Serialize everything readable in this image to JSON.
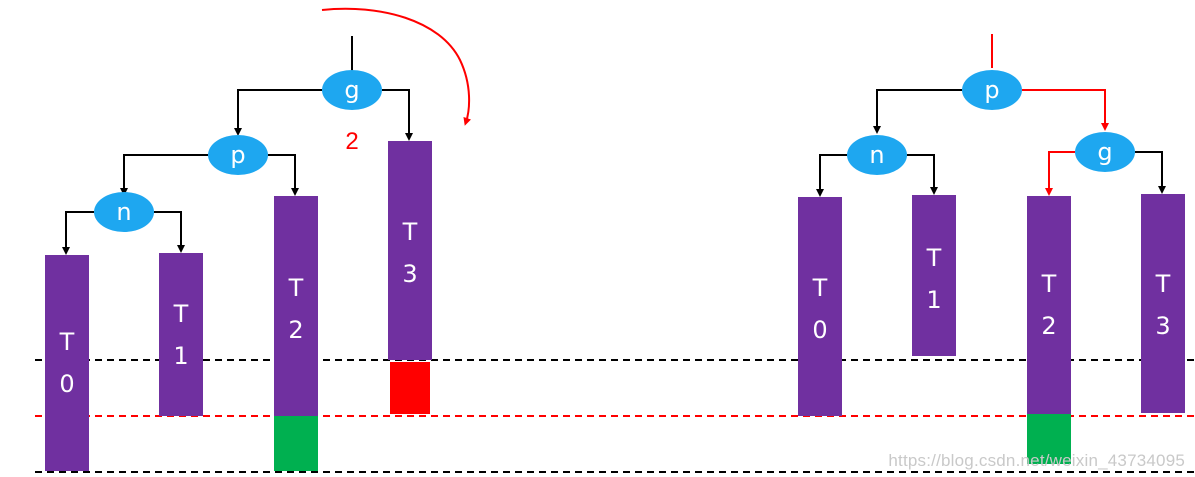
{
  "colors": {
    "node_fill": "#1ea7f0",
    "bar_fill": "#7030a0",
    "green_block": "#00b050",
    "red_block": "#ff0000",
    "edge_black": "#000000",
    "edge_red": "#ff0000",
    "guide_black": "#000000",
    "guide_red": "#ff0000"
  },
  "left_tree": {
    "nodes": {
      "g": "g",
      "p": "p",
      "n": "n"
    },
    "bars": {
      "t0": [
        "T",
        "0"
      ],
      "t1": [
        "T",
        "1"
      ],
      "t2": [
        "T",
        "2"
      ],
      "t3": [
        "T",
        "3"
      ]
    },
    "height_label": "2",
    "rotation_arrow": "clockwise-arrow"
  },
  "right_tree": {
    "nodes": {
      "p": "p",
      "n": "n",
      "g": "g"
    },
    "bars": {
      "t0": [
        "T",
        "0"
      ],
      "t1": [
        "T",
        "1"
      ],
      "t2": [
        "T",
        "2"
      ],
      "t3": [
        "T",
        "3"
      ]
    }
  },
  "watermark": "https://blog.csdn.net/weixin_43734095"
}
